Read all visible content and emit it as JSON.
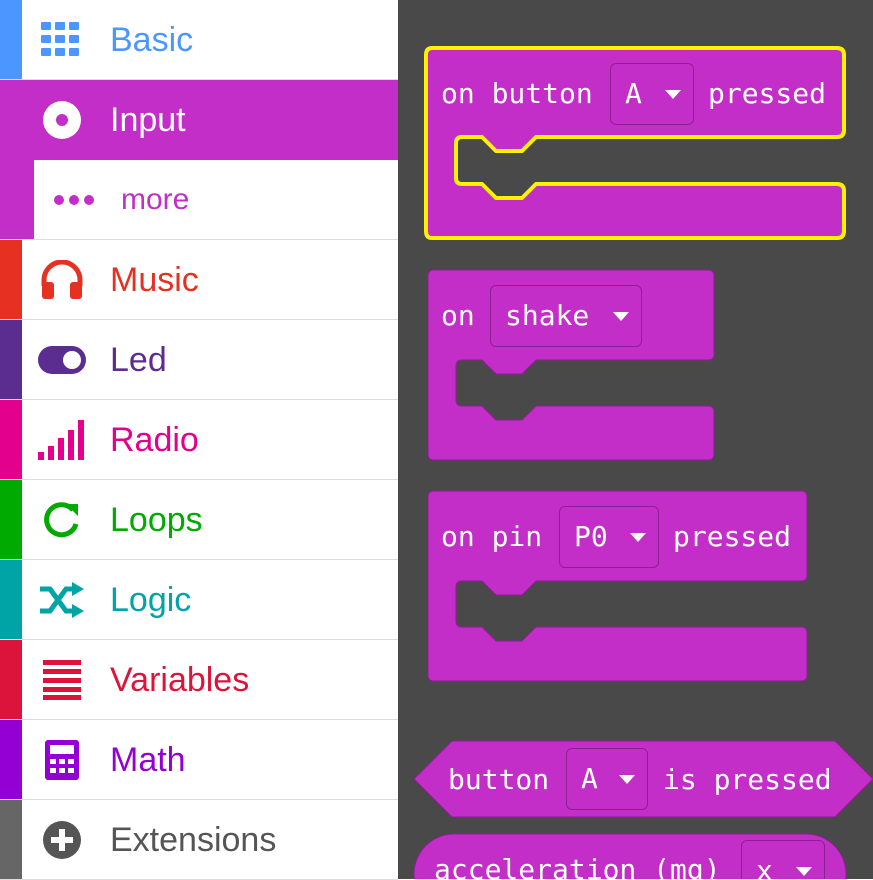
{
  "toolbox": {
    "categories": [
      {
        "key": "basic",
        "label": "Basic",
        "icon": "grid-icon",
        "color": "#4c97ff"
      },
      {
        "key": "input",
        "label": "Input",
        "icon": "target-icon",
        "color": "#c32ec8",
        "selected": true
      },
      {
        "key": "more",
        "label": "more",
        "icon": "more-dots-icon",
        "color": "#c32ec8",
        "sub": true
      },
      {
        "key": "music",
        "label": "Music",
        "icon": "headphones-icon",
        "color": "#e63022"
      },
      {
        "key": "led",
        "label": "Led",
        "icon": "toggle-icon",
        "color": "#5c2d91"
      },
      {
        "key": "radio",
        "label": "Radio",
        "icon": "signal-bars-icon",
        "color": "#e3008c"
      },
      {
        "key": "loops",
        "label": "Loops",
        "icon": "refresh-icon",
        "color": "#00aa00"
      },
      {
        "key": "logic",
        "label": "Logic",
        "icon": "shuffle-icon",
        "color": "#00a4a6"
      },
      {
        "key": "variables",
        "label": "Variables",
        "icon": "list-icon",
        "color": "#dc143c"
      },
      {
        "key": "math",
        "label": "Math",
        "icon": "calculator-icon",
        "color": "#9400d3"
      },
      {
        "key": "extensions",
        "label": "Extensions",
        "icon": "plus-circle-icon",
        "color": "#666666"
      }
    ]
  },
  "blocks": {
    "on_button": {
      "prefix": "on button",
      "value": "A",
      "suffix": "pressed"
    },
    "on_shake": {
      "prefix": "on",
      "value": "shake"
    },
    "on_pin": {
      "prefix": "on pin",
      "value": "P0",
      "suffix": "pressed"
    },
    "button_is_pressed": {
      "prefix": "button",
      "value": "A",
      "suffix": "is pressed"
    },
    "acceleration": {
      "prefix": "acceleration (mg)",
      "value": "x"
    }
  },
  "colors": {
    "block_fill": "#c32ec8",
    "block_stroke": "#8e1f93",
    "highlight": "#fff200",
    "workspace": "#4a4949"
  }
}
